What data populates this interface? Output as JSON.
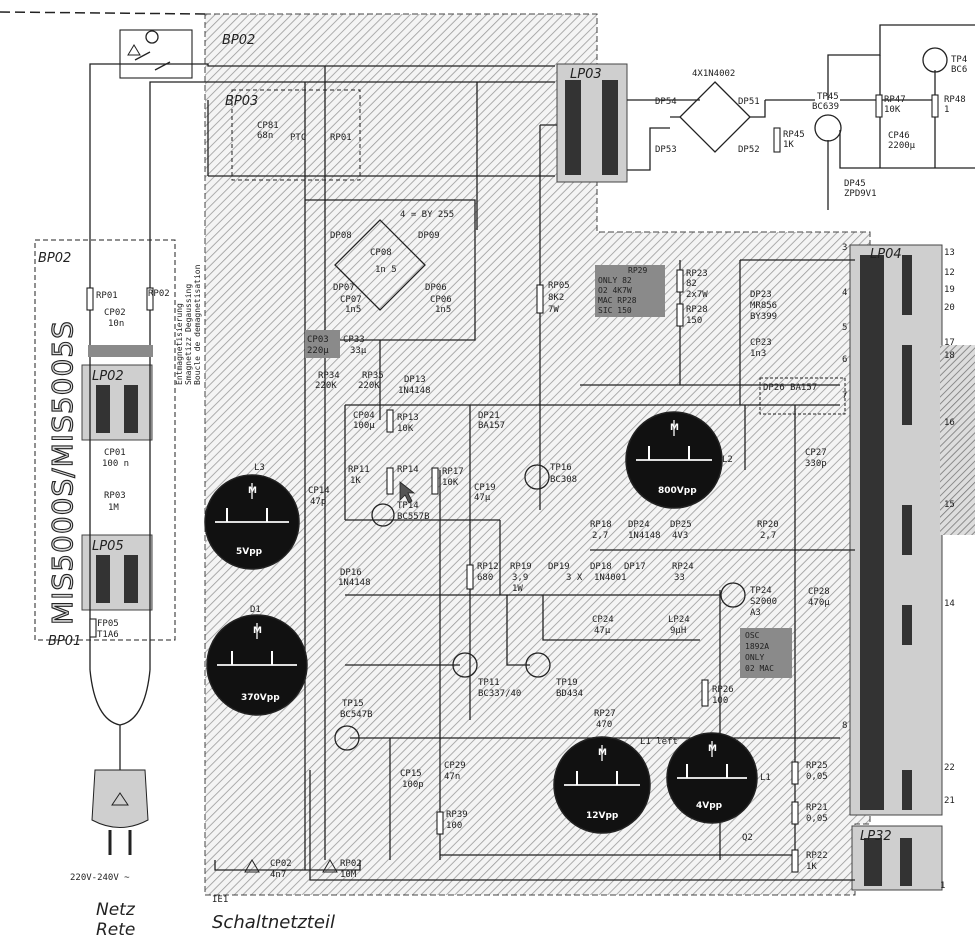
{
  "modules": {
    "bp02_top": "BP02",
    "bp03": "BP03",
    "bp02_left": "BP02",
    "bp01": "BP01",
    "lp03": "LP03",
    "lp04": "LP04",
    "lp32": "LP32",
    "lp02": "LP02",
    "lp05": "LP05",
    "ie1": "IE1"
  },
  "vertical_model_text": "MIS5000S/MIS5005S",
  "degauss_note": [
    "Entmagnetisierung",
    "Smagnetizz Degaussing",
    "Boucle de demagnetisation"
  ],
  "mains": {
    "voltage": "220V-240V ~",
    "label1": "Netz",
    "label2": "Rete"
  },
  "section_title": "Schaltnetzteil",
  "components": {
    "ptc": "PTC",
    "rp01_ptc": "RP01",
    "cp81": "CP81",
    "cp81_v": "68n",
    "bridge_top": "4X1N4002",
    "dp54": "DP54",
    "dp51": "DP51",
    "dp53": "DP53",
    "dp52": "DP52",
    "rp45": "RP45",
    "rp45_v": "1K",
    "tp45": "TP45",
    "tp45_v": "BC639",
    "rp47": "RP47",
    "rp47_v": "10K",
    "rp48": "RP48",
    "rp48_v": "1",
    "tp46": "TP4",
    "tp46_v": "BC6",
    "cp46": "CP46",
    "cp46_v": "2200µ",
    "dp45": "DP45",
    "dp45_v": "ZPD9V1",
    "bridge2": "4 = BY 255",
    "dp08": "DP08",
    "dp09": "DP09",
    "dp07": "DP07",
    "dp06": "DP06",
    "cp08": "CP08",
    "cp08_v": "1n 5",
    "cp07": "CP07",
    "cp07_v": "1n5",
    "cp06": "CP06",
    "cp06_v": "1n5",
    "cp03": "CP03",
    "cp03_v": "220µ",
    "cp33": "CP33",
    "cp33_v": "33µ",
    "rp34": "RP34",
    "rp34_v": "220K",
    "rp35": "RP35",
    "rp35_v": "220K",
    "dp13": "DP13",
    "dp13_v": "1N4148",
    "cp04": "CP04",
    "cp04_v": "100µ",
    "rp13": "RP13",
    "rp13_v": "10K",
    "dp21": "DP21",
    "dp21_v": "BA157",
    "rp05": "RP05",
    "rp05_v": "8K2",
    "rp05_w": "7W",
    "rp29_box": [
      "RP29",
      "ONLY 82",
      "O2 4K7W",
      "MAC RP28",
      "SIC 150"
    ],
    "rp23": "RP23",
    "rp23_v": "82",
    "rp23_w": "2x7W",
    "rp28": "RP28",
    "rp28_v": "150",
    "dp23": "DP23",
    "dp23_v": "MR856",
    "dp23_v2": "BY399",
    "cp23": "CP23",
    "cp23_v": "1n3",
    "dp26": "DP26 BA157",
    "cp27": "CP27",
    "cp27_v": "330p",
    "rp11": "RP11",
    "rp11_v": "1K",
    "rp14": "RP14",
    "tp14": "TP14",
    "tp14_v": "BC557B",
    "rp17": "RP17",
    "rp17_v": "10K",
    "cp19": "CP19",
    "cp19_v": "47µ",
    "tp16": "TP16",
    "tp16_v": "BC308",
    "cp14": "CP14",
    "cp14_v": "47p",
    "rp18": "RP18",
    "rp18_v": "2,7",
    "dp24": "DP24",
    "dp24_v": "1N4148",
    "dp25": "DP25",
    "dp25_v": "4V3",
    "rp20": "RP20",
    "rp20_v": "2,7",
    "dp16": "DP16",
    "dp16_v": "1N4148",
    "rp12": "RP12",
    "rp12_v": "680",
    "rp19": "RP19",
    "rp19_v": "3,9",
    "rp19_w": "1W",
    "dp19": "DP19",
    "dp18": "DP18",
    "dp18_v": "1N4001",
    "dp17": "DP17",
    "x3": "3 X",
    "rp24": "RP24",
    "rp24_v": "33",
    "tp24": "TP24",
    "tp24_v": "S2000",
    "tp24_v2": "A3",
    "cp28": "CP28",
    "cp28_v": "470µ",
    "osc_box": [
      "OSC",
      "1892A",
      "ONLY",
      "02 MAC"
    ],
    "cp24": "CP24",
    "cp24_v": "47µ",
    "lp24": "LP24",
    "lp24_v": "9µH",
    "tp11": "TP11",
    "tp11_v": "BC337/40",
    "tp19": "TP19",
    "tp19_v": "BD434",
    "rp26": "RP26",
    "rp26_v": "100",
    "rp27": "RP27",
    "rp27_v": "470",
    "tp15": "TP15",
    "tp15_v": "BC547B",
    "cp15": "CP15",
    "cp15_v": "100p",
    "cp29": "CP29",
    "cp29_v": "47n",
    "rp39": "RP39",
    "rp39_v": "100",
    "rp25": "RP25",
    "rp25_v": "0,05",
    "rp21": "RP21",
    "rp21_v": "0,05",
    "rp22": "RP22",
    "rp22_v": "1K",
    "cp02b": "CP02",
    "cp02b_v": "4n7",
    "rp02b": "RP02",
    "rp02b_v": "10M",
    "rp01": "RP01",
    "rp02": "RP02",
    "cp02": "CP02",
    "cp02_v": "10n",
    "cp01": "CP01",
    "cp01_v": "100 n",
    "rp03": "RP03",
    "rp03_v": "1M",
    "fp05": "FP05",
    "fp05_v": "T1A6",
    "q2": "Q2"
  },
  "lp04_pins_left": [
    "3",
    "4",
    "5",
    "6",
    "7",
    "8"
  ],
  "lp04_pins_right": [
    "13",
    "12",
    "19",
    "20",
    "17",
    "18",
    "16",
    "15",
    "14",
    "22",
    "21"
  ],
  "lp32_pin": "1",
  "scopes": [
    {
      "id": "L3",
      "amp": "5Vpp"
    },
    {
      "id": "D1",
      "amp": "370Vpp"
    },
    {
      "id": "L2",
      "amp": "800Vpp"
    },
    {
      "id": "L1 left",
      "amp": "12Vpp"
    },
    {
      "id": "L1",
      "amp": "4Vpp"
    }
  ],
  "scope_marker": "M"
}
